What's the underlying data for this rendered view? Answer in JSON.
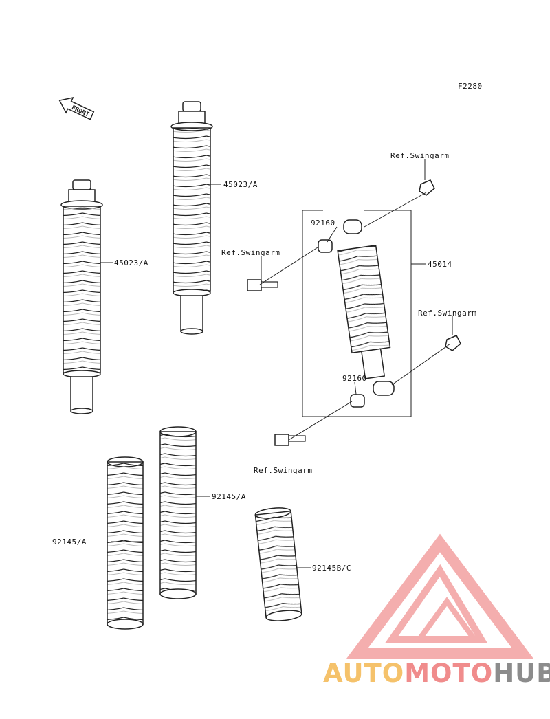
{
  "diagram": {
    "code": "F2280",
    "front_arrow": "FRONT",
    "labels": {
      "shock_assembly_a_top": "45023/A",
      "shock_assembly_a_left": "45023/A",
      "shock_absorber": "45014",
      "bushing_top": "92160",
      "bushing_bottom": "92160",
      "ref_swingarm_top": "Ref.Swingarm",
      "ref_swingarm_left": "Ref.Swingarm",
      "ref_swingarm_right": "Ref.Swingarm",
      "ref_swingarm_bottom": "Ref.Swingarm",
      "spring_a_center": "92145/A",
      "spring_a_left": "92145/A",
      "spring_bc": "92145B/C"
    }
  },
  "watermark": {
    "part1": "AUTO",
    "part2": "MOTO",
    "part3": "HUB",
    "color_auto": "#f5c26b",
    "color_moto": "#f08c8c",
    "color_hub": "#8c8c8c"
  }
}
